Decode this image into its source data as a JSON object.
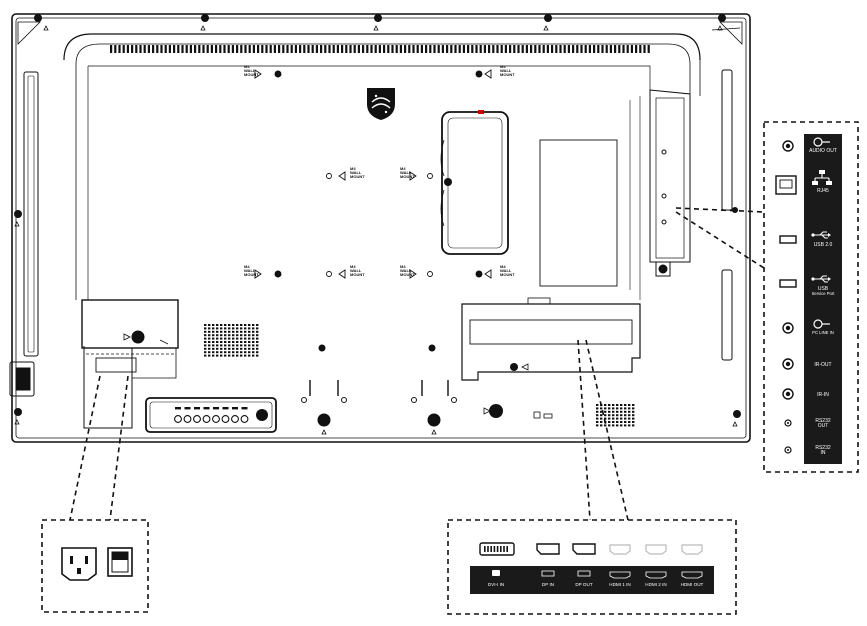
{
  "wall_mount_label": [
    "M4",
    "WALL",
    "MOUNT"
  ],
  "side_panel": {
    "ports": [
      {
        "id": "audio-out",
        "label": "AUDIO OUT",
        "icon": "headphone-out-icon"
      },
      {
        "id": "rj45",
        "label": "RJ45",
        "icon": "network-icon"
      },
      {
        "id": "usb20",
        "label": "USB 2.0",
        "icon": "usb-icon"
      },
      {
        "id": "usb-service",
        "label": "USB Service Port",
        "icon": "usb-icon"
      },
      {
        "id": "pc-line-in",
        "label": "PC LINE IN",
        "icon": "line-in-icon"
      },
      {
        "id": "ir-out",
        "label": "IR-OUT",
        "icon": ""
      },
      {
        "id": "ir-in",
        "label": "IR-IN",
        "icon": ""
      },
      {
        "id": "rs232-out",
        "label": "RS232 OUT",
        "icon": ""
      },
      {
        "id": "rs232-in",
        "label": "RS232 IN",
        "icon": ""
      }
    ]
  },
  "bottom_panel": {
    "ports": [
      {
        "id": "dvi-in",
        "label": "DVI-I IN"
      },
      {
        "id": "dp-in",
        "label": "DP IN"
      },
      {
        "id": "dp-out",
        "label": "DP OUT"
      },
      {
        "id": "hdmi1-in",
        "label": "HDMI 1 IN"
      },
      {
        "id": "hdmi2-in",
        "label": "HDMI 2 IN"
      },
      {
        "id": "hdmi-out",
        "label": "HDMI OUT"
      }
    ]
  },
  "colors": {
    "line": "#111111",
    "accent": "#cc0000",
    "panel_dark": "#1a1a1a",
    "white": "#ffffff"
  }
}
